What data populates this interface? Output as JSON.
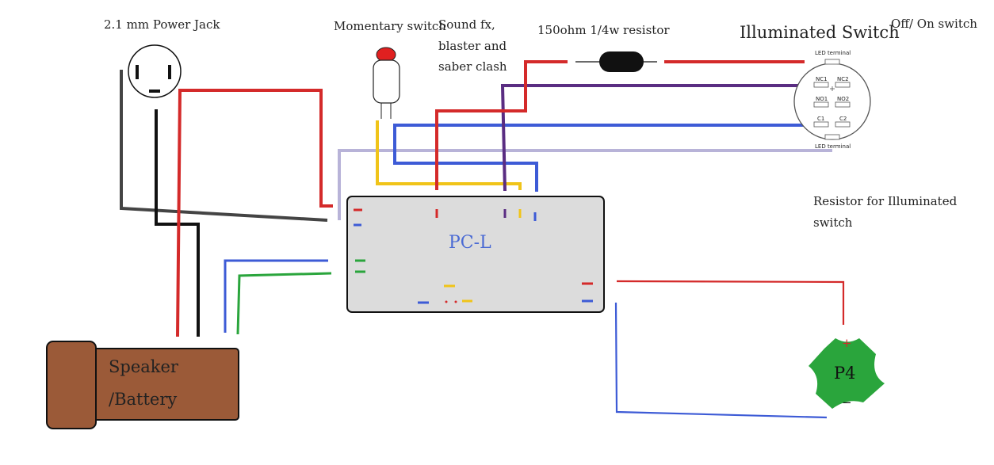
{
  "labels": {
    "power_jack": "2.1 mm Power Jack",
    "momentary_switch": "Momentary switch",
    "sound_fx": [
      "Sound fx,",
      "blaster and",
      "saber clash"
    ],
    "resistor_150": "150ohm 1/4w resistor",
    "illuminated_switch": "Illuminated Switch",
    "off_on_switch": "Off/ On switch",
    "resistor_for_switch": [
      "Resistor for Illuminated",
      "switch"
    ],
    "board": "PC-L",
    "speaker_battery": [
      "Speaker",
      "/Battery"
    ],
    "led": "P4",
    "led_plus": "+",
    "led_minus": "−"
  },
  "switch_terminals": {
    "led_top": "LED terminal",
    "led_bottom": "LED terminal",
    "nc1": "NC1",
    "nc2": "NC2",
    "no1": "NO1",
    "no2": "NO2",
    "c1": "C1",
    "c2": "C2"
  },
  "colors": {
    "red": "#d42a2a",
    "blue": "#3d5bd6",
    "purple": "#5a2d82",
    "yellow": "#f0c419",
    "lilac": "#b8b3d8",
    "green": "#2aa53c",
    "black": "#111111",
    "gray": "#444444",
    "board_fill": "#dcdcdc",
    "speaker_fill": "#9b5a38",
    "led_fill": "#2aa53c",
    "board_label": "#4a6ad4"
  }
}
